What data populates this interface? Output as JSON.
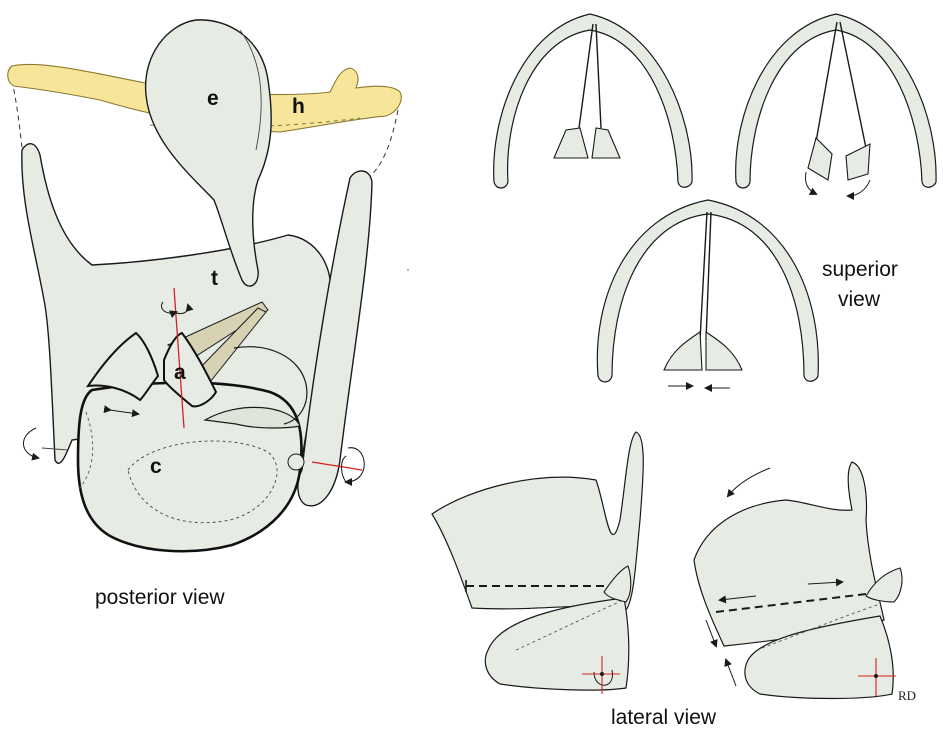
{
  "labels": {
    "e": "e",
    "h": "h",
    "t": "t",
    "a": "a",
    "c": "c"
  },
  "captions": {
    "posterior": "posterior view",
    "superior_line1": "superior",
    "superior_line2": "view",
    "lateral": "lateral view"
  },
  "signature": "RD",
  "colors": {
    "cartilage_fill": "#e6ece3",
    "hyoid_fill": "#f7e59a",
    "vocal_fold_fill": "#d7d2b4",
    "outline": "#1a1a1a",
    "axis_red": "#d42020"
  }
}
